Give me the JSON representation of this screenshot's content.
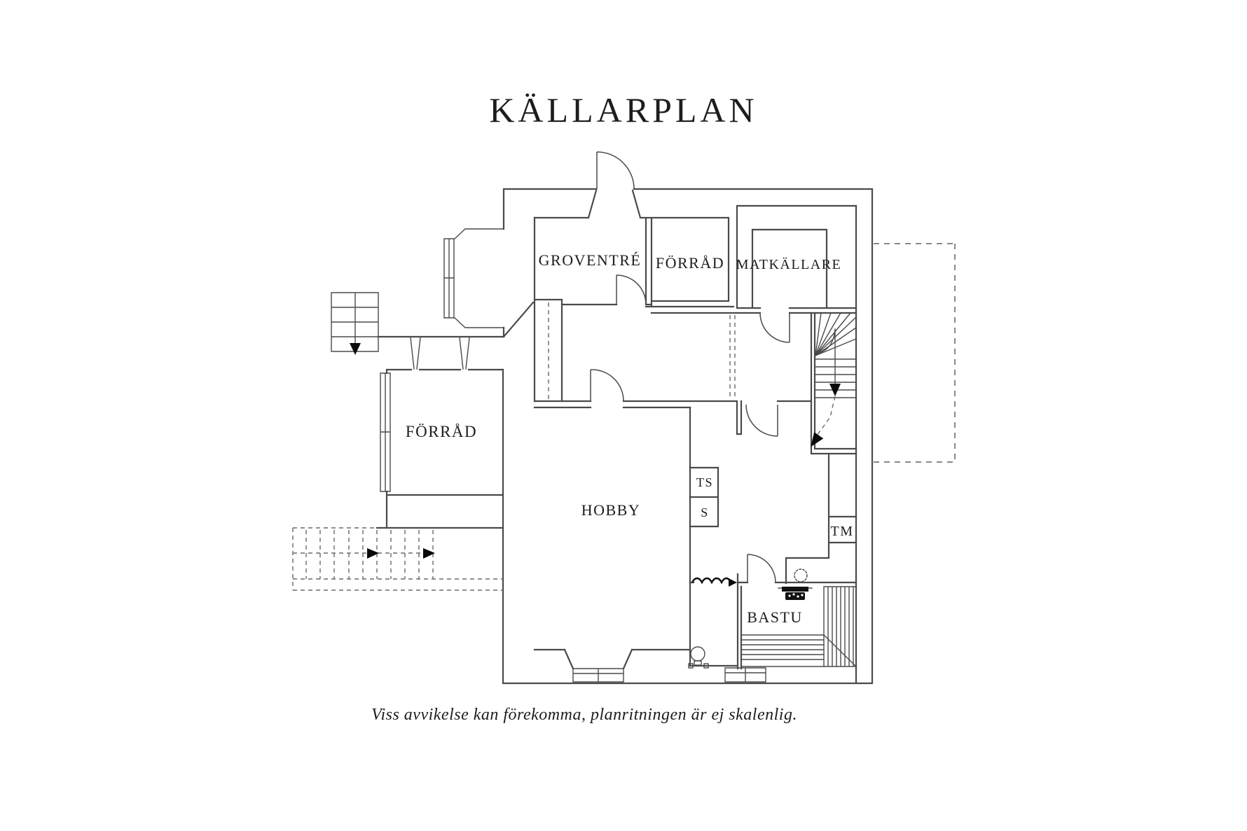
{
  "title": "KÄLLARPLAN",
  "footer": "Viss avvikelse kan förekomma, planritningen är ej skalenlig.",
  "rooms": {
    "groventre": "GROVENTRÉ",
    "forrad_top": "FÖRRÅD",
    "matkallare": "MATKÄLLARE",
    "forrad_left": "FÖRRÅD",
    "hobby": "HOBBY",
    "bastu": "BASTU"
  },
  "fixtures": {
    "ts": "TS",
    "s": "S",
    "tm": "TM"
  },
  "colors": {
    "background": "#ffffff",
    "wall_line": "#4a4a4a",
    "dashed_line": "#606060",
    "text": "#1d1d1d"
  }
}
